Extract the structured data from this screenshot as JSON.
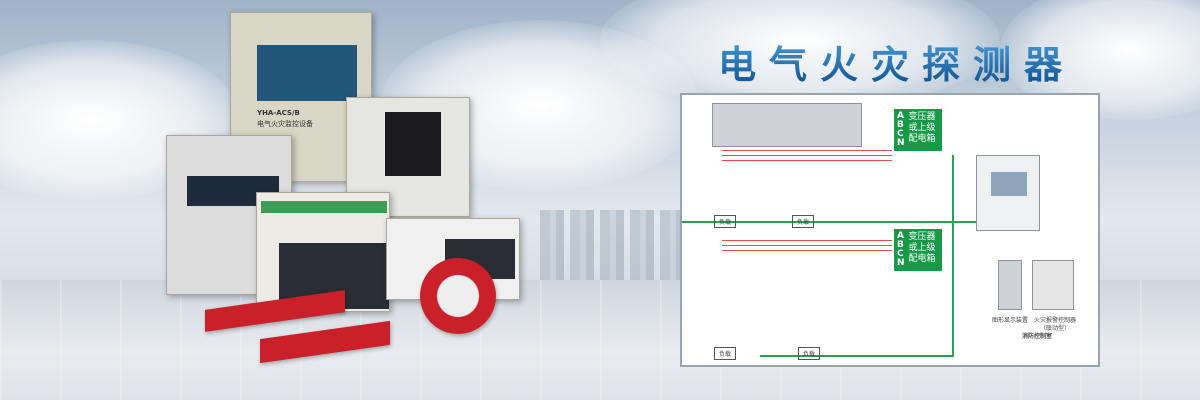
{
  "banner": {
    "title": "电气火灾探测器"
  },
  "products": {
    "main_panel": {
      "model": "YHA-ACS/B",
      "name": "电气火灾监控设备"
    }
  },
  "diagram": {
    "source_box": {
      "letters": [
        "A",
        "B",
        "C",
        "N"
      ],
      "text": "变压器或上级配电箱"
    },
    "load_label": "负载",
    "control_room": "消防控制室",
    "graphic_display": "图形显示装置",
    "fire_controller": "火灾报警控制器",
    "fire_controller_sub": "（联动型）"
  },
  "colors": {
    "title": "#1a5fa0",
    "diagram_green": "#169a48",
    "wire_red": "#e05050",
    "product_red": "#c9202a"
  }
}
